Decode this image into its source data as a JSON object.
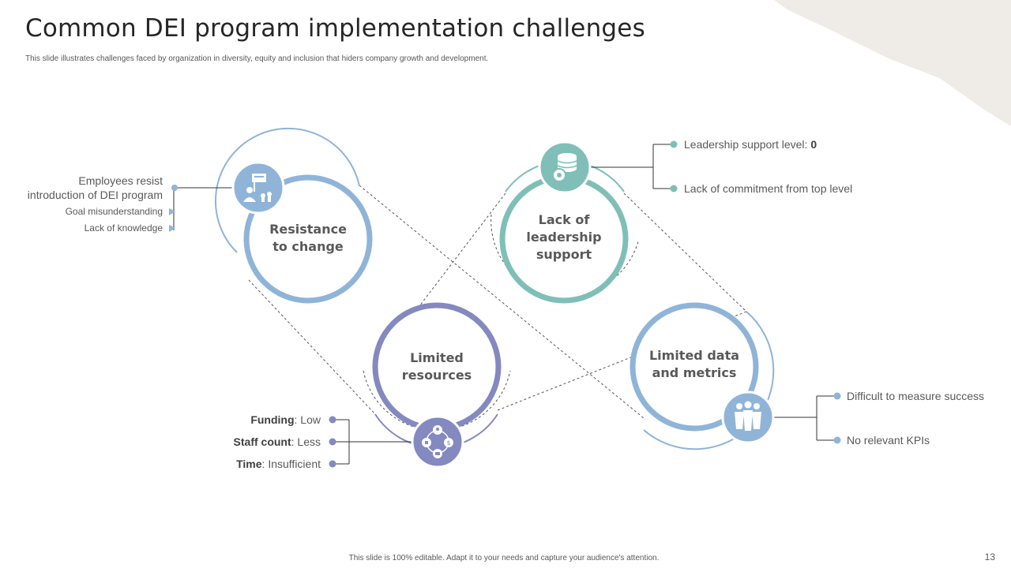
{
  "title": "Common DEI program implementation challenges",
  "subtitle": "This slide illustrates challenges faced by organization in diversity, equity and inclusion that hiders company growth and development.",
  "colors": {
    "blue": "#8fb4d8",
    "teal": "#7fbfb8",
    "purple": "#8489bf",
    "text": "#595959"
  },
  "nodes": {
    "resistance": {
      "label": "Resistance to change",
      "line1": "Resistance",
      "line2": "to change",
      "icon": "protest-icon",
      "details": {
        "main": "Employees resist introduction of DEI program",
        "main1": "Employees resist",
        "main2": "introduction of DEI program",
        "items": [
          "Goal misunderstanding",
          "Lack of knowledge"
        ]
      }
    },
    "leadership": {
      "line1": "Lack of",
      "line2": "leadership",
      "line3": "support",
      "icon": "database-gear-icon",
      "details": {
        "level_label": "Leadership support level:",
        "level_value": "0",
        "commitment": "Lack of commitment from top level"
      }
    },
    "resources": {
      "line1": "Limited",
      "line2": "resources",
      "icon": "resources-network-icon",
      "details": [
        {
          "key": "Funding",
          "value": ": Low"
        },
        {
          "key": "Staff count",
          "value": ": Less"
        },
        {
          "key": "Time",
          "value": ": Insufficient"
        }
      ]
    },
    "data": {
      "line1": "Limited data",
      "line2": "and metrics",
      "icon": "people-group-icon",
      "details": [
        "Difficult to measure success",
        "No relevant KPIs"
      ]
    }
  },
  "footer": "This slide is 100% editable. Adapt it to your needs and capture your audience's attention.",
  "page_number": "13"
}
